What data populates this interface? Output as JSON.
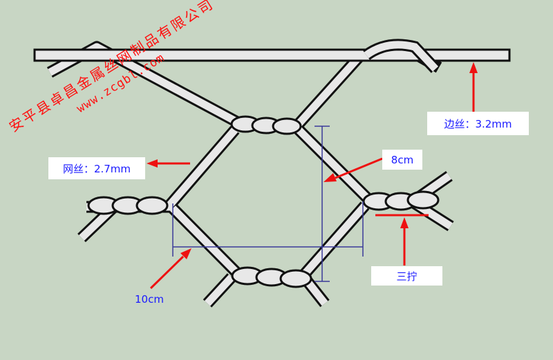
{
  "labels": {
    "edge_wire": "边丝：3.2mm",
    "mesh_wire": "网丝：2.7mm",
    "height": "8cm",
    "width": "10cm",
    "twist": "三拧"
  },
  "watermark": {
    "company": "安平县卓昌金属丝网制品有限公司",
    "url": "www.zcgbl.com"
  },
  "colors": {
    "background": "#c8d6c4",
    "wire": "#e8e8e8",
    "arrow": "#ee1111",
    "dimension": "#3a3a9a",
    "label_text": "#1a1aff"
  }
}
